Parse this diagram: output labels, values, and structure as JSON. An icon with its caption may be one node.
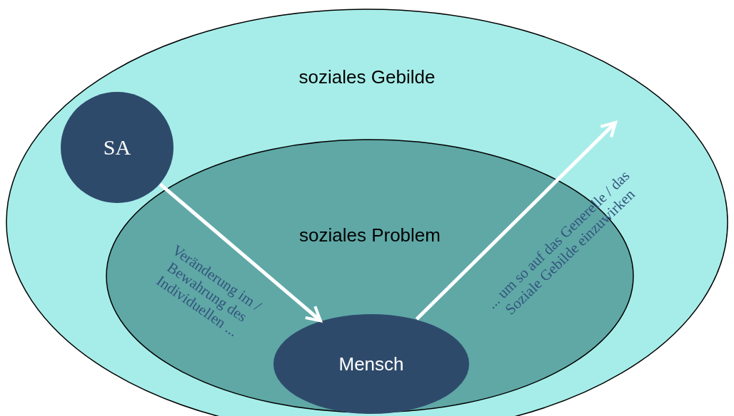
{
  "diagram": {
    "nodes": [
      {
        "text": [
          "soziales Gebilde"
        ]
      },
      {
        "text": [
          "SA"
        ],
        "in": 0
      },
      {
        "text": [
          "soziales Problem"
        ],
        "in": 0
      },
      {
        "text": [
          "Mensch"
        ],
        "in": 2
      }
    ],
    "edges": [
      {
        "from": 1,
        "to": 3,
        "arrow": "to",
        "label": "Veränderung im / Bewahrung des Individuellen ..."
      },
      {
        "from": 3,
        "to": null,
        "arrow": "to",
        "label": "... um so auf das Generelle / das Soziale Gebilde einzuwirken"
      }
    ]
  }
}
